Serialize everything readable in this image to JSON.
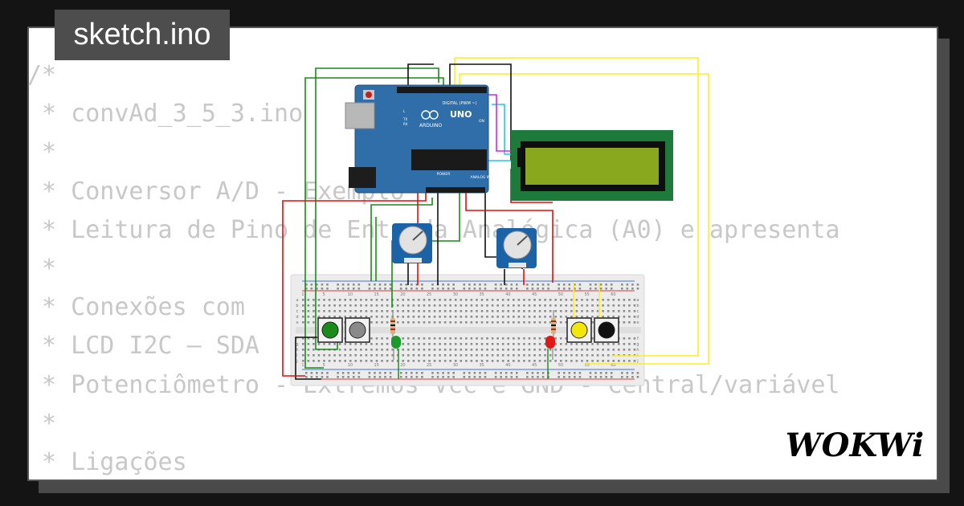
{
  "title": "sketch.ino",
  "code_lines": [
    "/*",
    " * convAd_3_5_3.ino",
    " *",
    " * Conversor A/D - Exemplo",
    " * Leitura de Pino de Entrada Analógica (A0) e apresenta",
    " *",
    " * Conexões com",
    " * LCD I2C – SDA",
    " * Potenciômetro - Extremos Vcc e GND - Central/variável",
    " *",
    " * Ligações"
  ],
  "arduino": {
    "board_label": "UNO",
    "brand": "ARDUINO",
    "digital_label": "DIGITAL (PWM ~)",
    "analog_label": "ANALOG IN",
    "power_label": "POWER",
    "on_label": "ON",
    "tx_label": "TX",
    "rx_label": "RX",
    "l_label": "L"
  },
  "breadboard": {
    "column_numbers": [
      "1",
      "5",
      "10",
      "15",
      "20",
      "25",
      "30",
      "35",
      "40",
      "45",
      "50",
      "55",
      "60"
    ],
    "row_letters": [
      "a",
      "b",
      "c",
      "d",
      "e",
      "f",
      "g",
      "h",
      "i",
      "j"
    ]
  },
  "logo_text": "WOKWi",
  "colors": {
    "background": "#141414",
    "card": "#ffffff",
    "code_text": "#c8c8c8",
    "title_tab": "#4d4d4d",
    "arduino_board": "#2f6ea8",
    "lcd_pcb": "#1e7a3a",
    "lcd_screen": "#8aa81e",
    "wire_green": "#1a8a1a",
    "wire_yellow": "#ffee22",
    "wire_black": "#111111",
    "wire_red": "#dd1111",
    "wire_cyan": "#22c8e6",
    "wire_magenta": "#d02adf"
  }
}
